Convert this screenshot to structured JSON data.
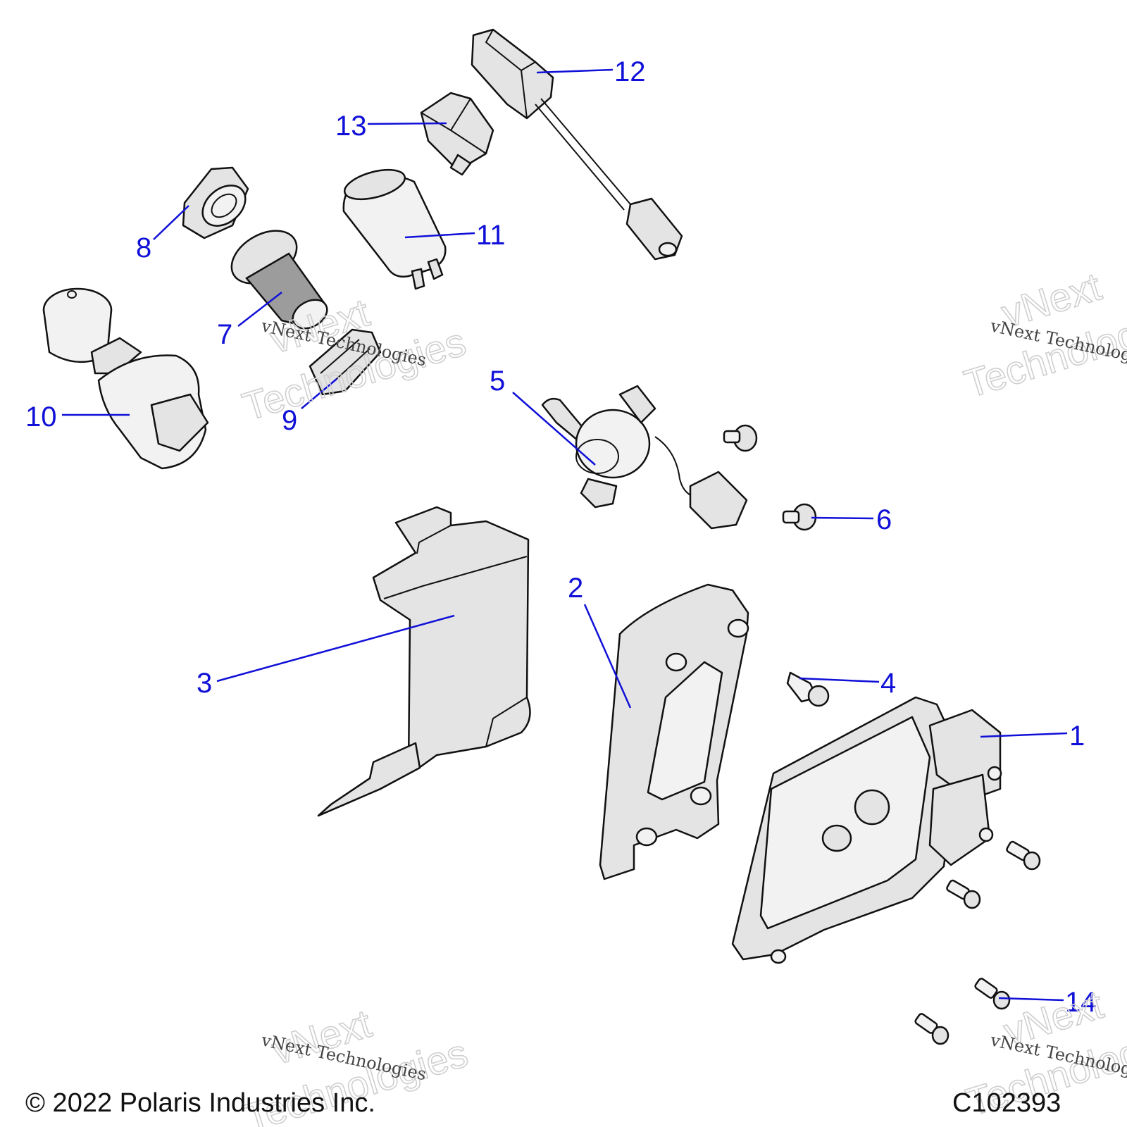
{
  "callouts": [
    {
      "id": 1,
      "label": "1"
    },
    {
      "id": 2,
      "label": "2"
    },
    {
      "id": 3,
      "label": "3"
    },
    {
      "id": 4,
      "label": "4"
    },
    {
      "id": 5,
      "label": "5"
    },
    {
      "id": 6,
      "label": "6"
    },
    {
      "id": 7,
      "label": "7"
    },
    {
      "id": 8,
      "label": "8"
    },
    {
      "id": 9,
      "label": "9"
    },
    {
      "id": 10,
      "label": "10"
    },
    {
      "id": 11,
      "label": "11"
    },
    {
      "id": 12,
      "label": "12"
    },
    {
      "id": 13,
      "label": "13"
    },
    {
      "id": 14,
      "label": "14"
    }
  ],
  "watermark": {
    "line_small": "vNext Technologies",
    "line_big_1": "vNext",
    "line_big_2": "Technologies"
  },
  "footer": {
    "copyright": "© 2022 Polaris Industries Inc.",
    "figure_id": "C102393"
  },
  "colors": {
    "callout": "#1010d8",
    "part_fill": "#e4e4e4",
    "outline": "#111111"
  }
}
